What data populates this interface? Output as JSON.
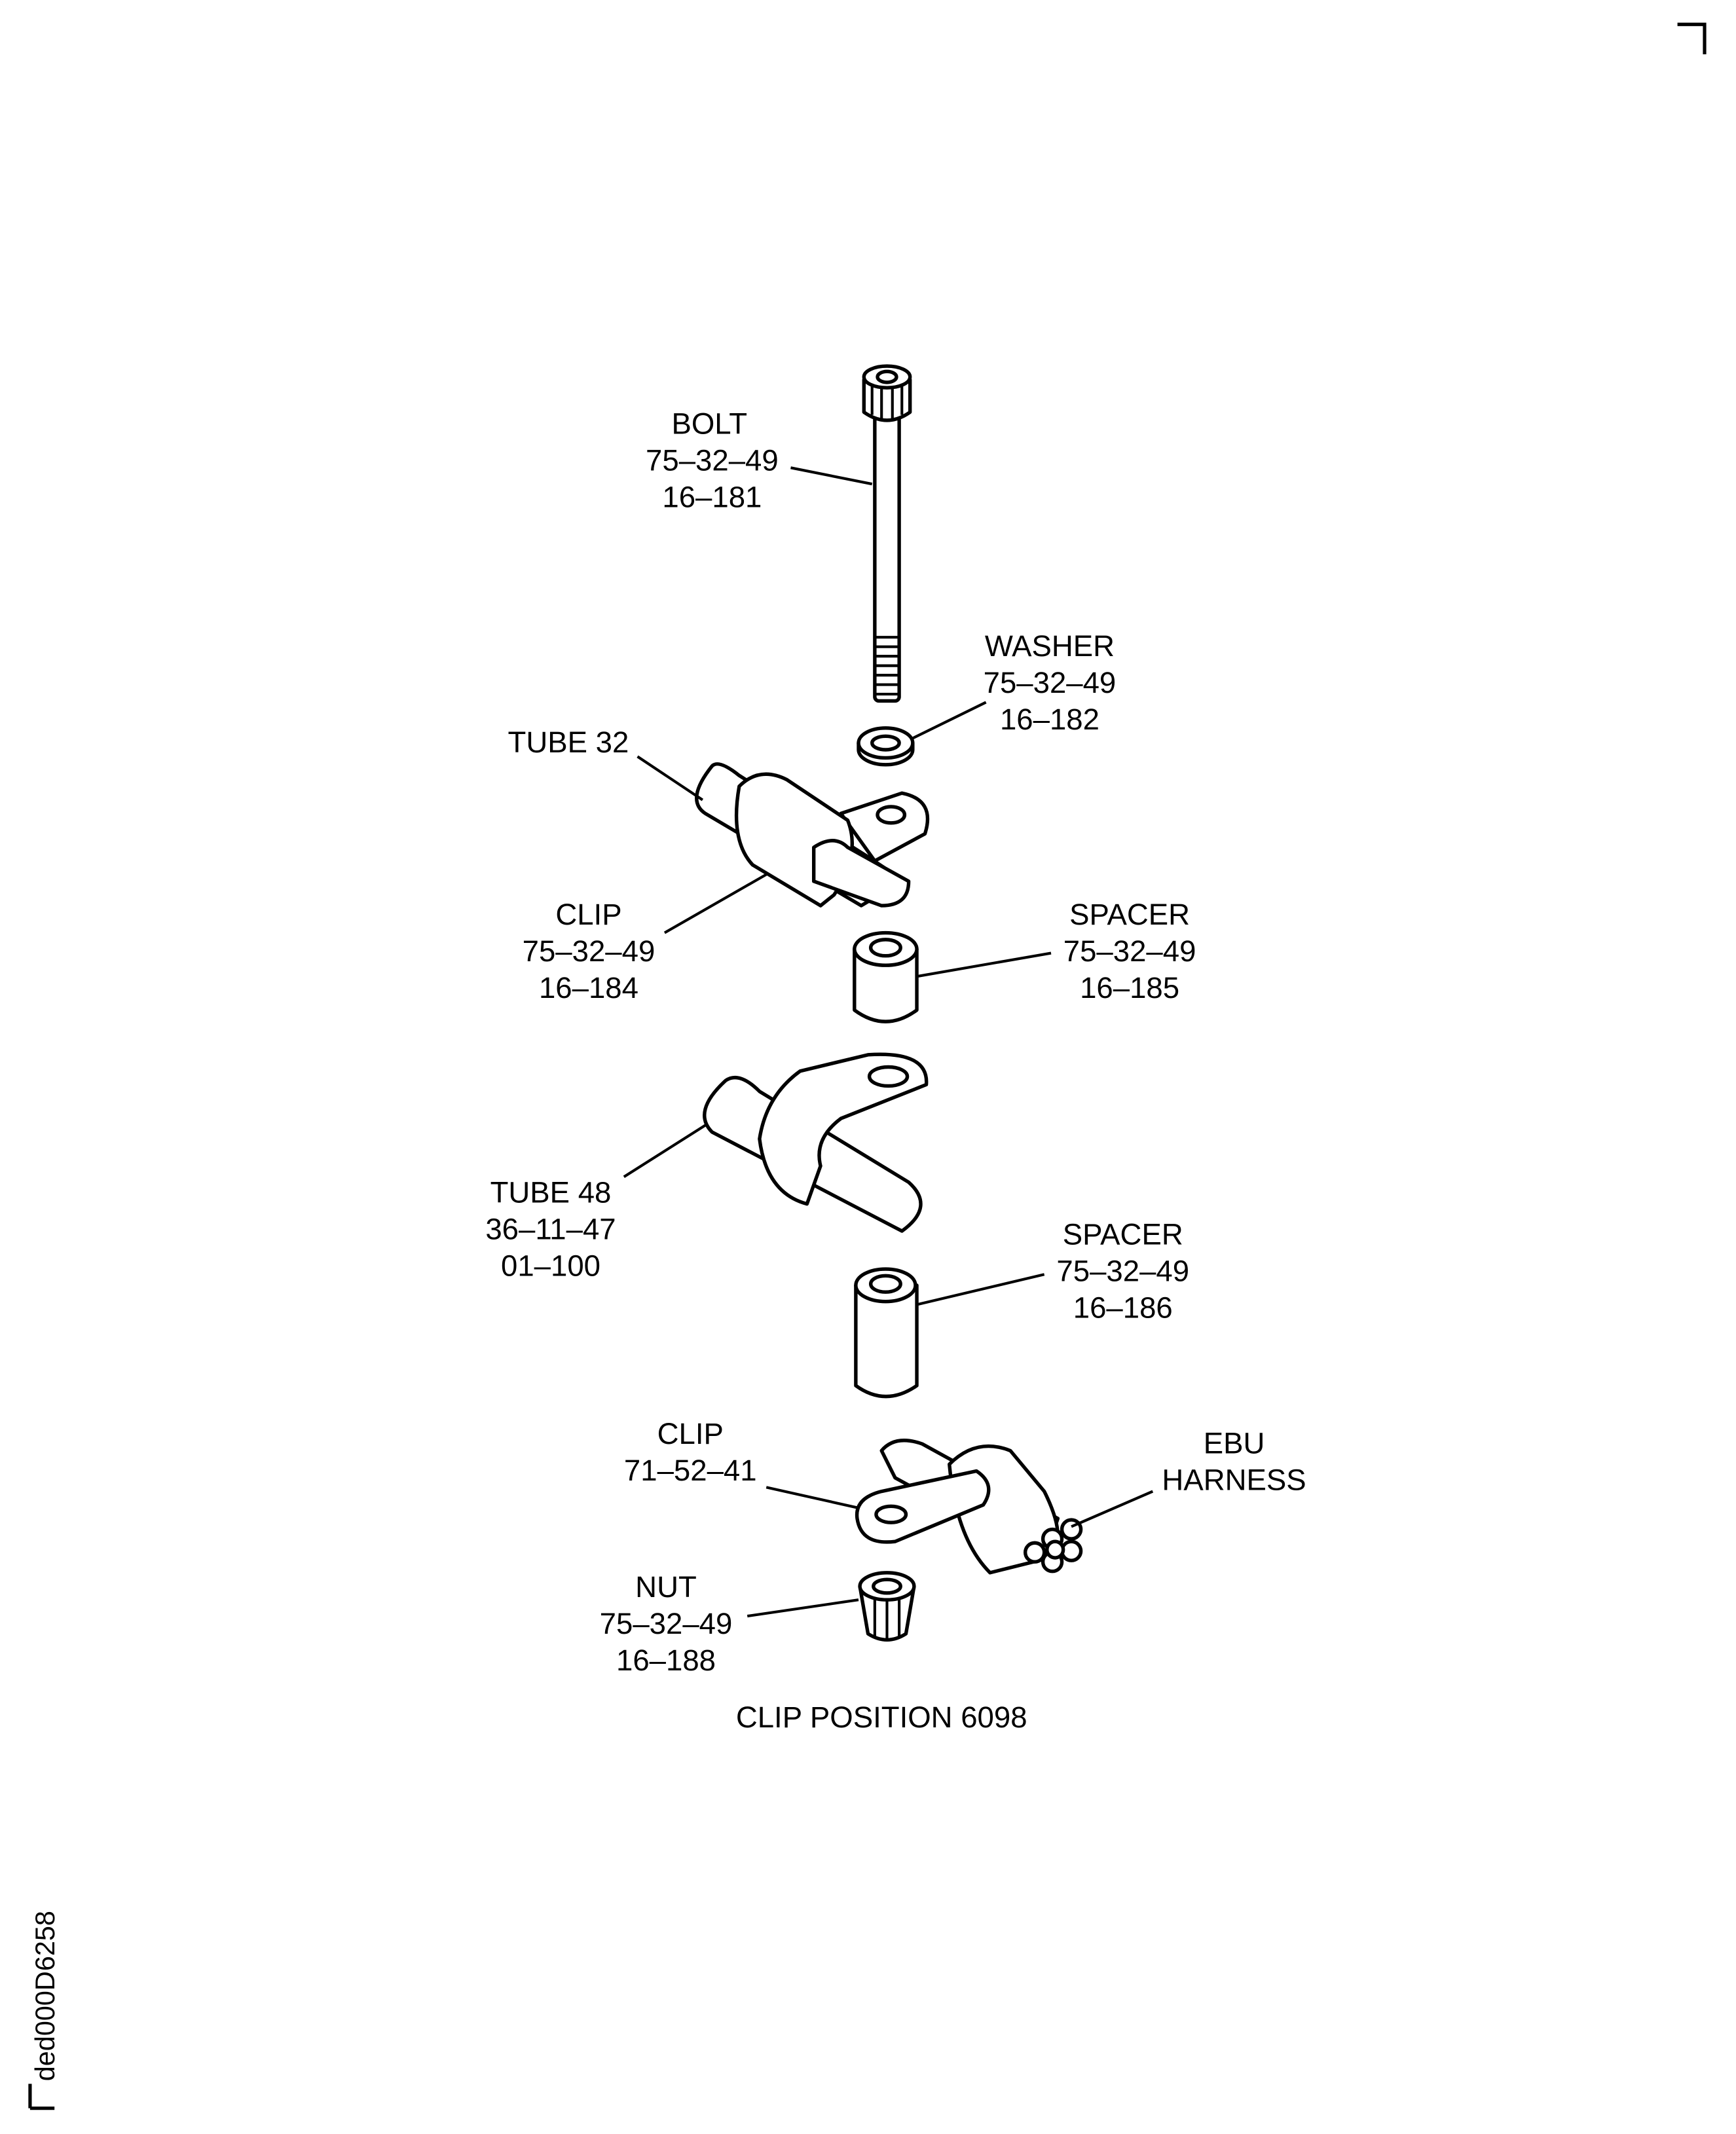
{
  "figure_id": "ded000D6258",
  "caption": "CLIP POSITION 6098",
  "labels": {
    "bolt": {
      "name": "BOLT",
      "ref": "75-32-49",
      "item": "16-181"
    },
    "washer": {
      "name": "WASHER",
      "ref": "75-32-49",
      "item": "16-182"
    },
    "tube32": {
      "name": "TUBE 32"
    },
    "clip1": {
      "name": "CLIP",
      "ref": "75-32-49",
      "item": "16-184"
    },
    "spacer1": {
      "name": "SPACER",
      "ref": "75-32-49",
      "item": "16-185"
    },
    "tube48": {
      "name": "TUBE 48",
      "ref": "36-11-47",
      "item": "01-100"
    },
    "spacer2": {
      "name": "SPACER",
      "ref": "75-32-49",
      "item": "16-186"
    },
    "clip2": {
      "name": "CLIP",
      "ref": "71-52-41"
    },
    "harness": {
      "line1": "EBU",
      "line2": "HARNESS"
    },
    "nut": {
      "name": "NUT",
      "ref": "75-32-49",
      "item": "16-188"
    }
  }
}
